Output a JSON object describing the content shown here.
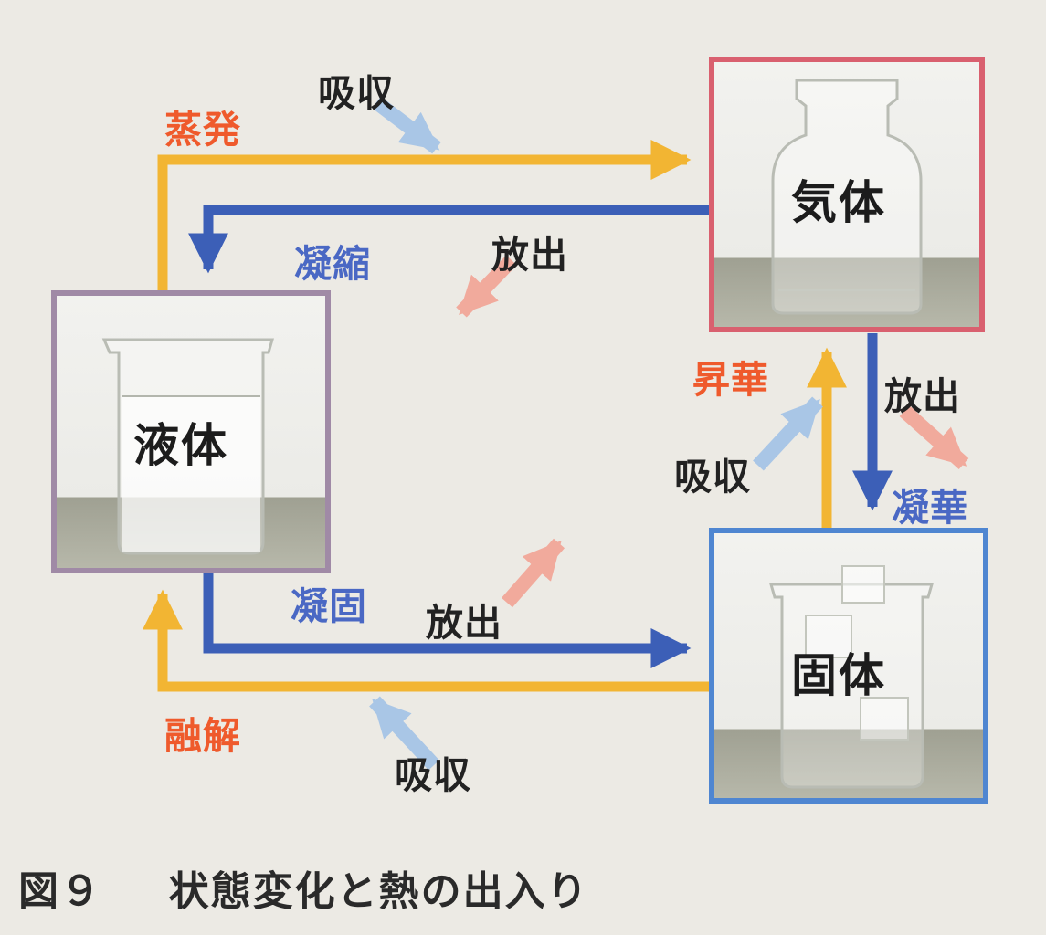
{
  "colors": {
    "heat_absorb_arrow": "#a9c6e6",
    "heat_release_arrow": "#f1aa9c",
    "yellow_arrow": "#f2b533",
    "blue_arrow": "#3c5fb7",
    "orange_label": "#ef5a2c",
    "blue_label": "#4a68c4",
    "gas_border": "#d9606f",
    "liquid_border": "#a08aa6",
    "solid_border": "#4f86d1"
  },
  "states": {
    "gas": "気体",
    "liquid": "液体",
    "solid": "固体"
  },
  "transitions": {
    "evaporation": "蒸発",
    "condensation": "凝縮",
    "sublimation": "昇華",
    "deposition": "凝華",
    "solidification": "凝固",
    "melting": "融解"
  },
  "heat": {
    "absorb": "吸収",
    "release": "放出"
  },
  "caption": {
    "figure_number": "図９",
    "title": "状態変化と熱の出入り"
  }
}
